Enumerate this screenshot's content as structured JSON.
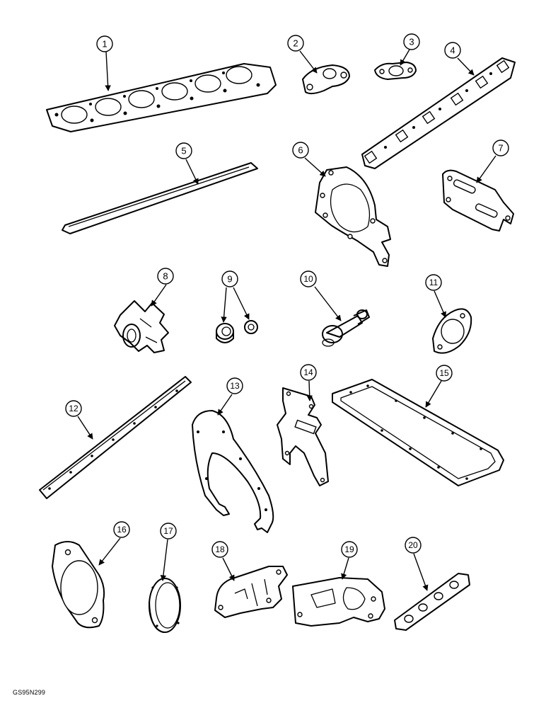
{
  "figure_code": "GS95N299",
  "callouts": [
    "1",
    "2",
    "3",
    "4",
    "5",
    "6",
    "7",
    "8",
    "9",
    "10",
    "11",
    "12",
    "13",
    "14",
    "15",
    "16",
    "17",
    "18",
    "19",
    "20"
  ]
}
